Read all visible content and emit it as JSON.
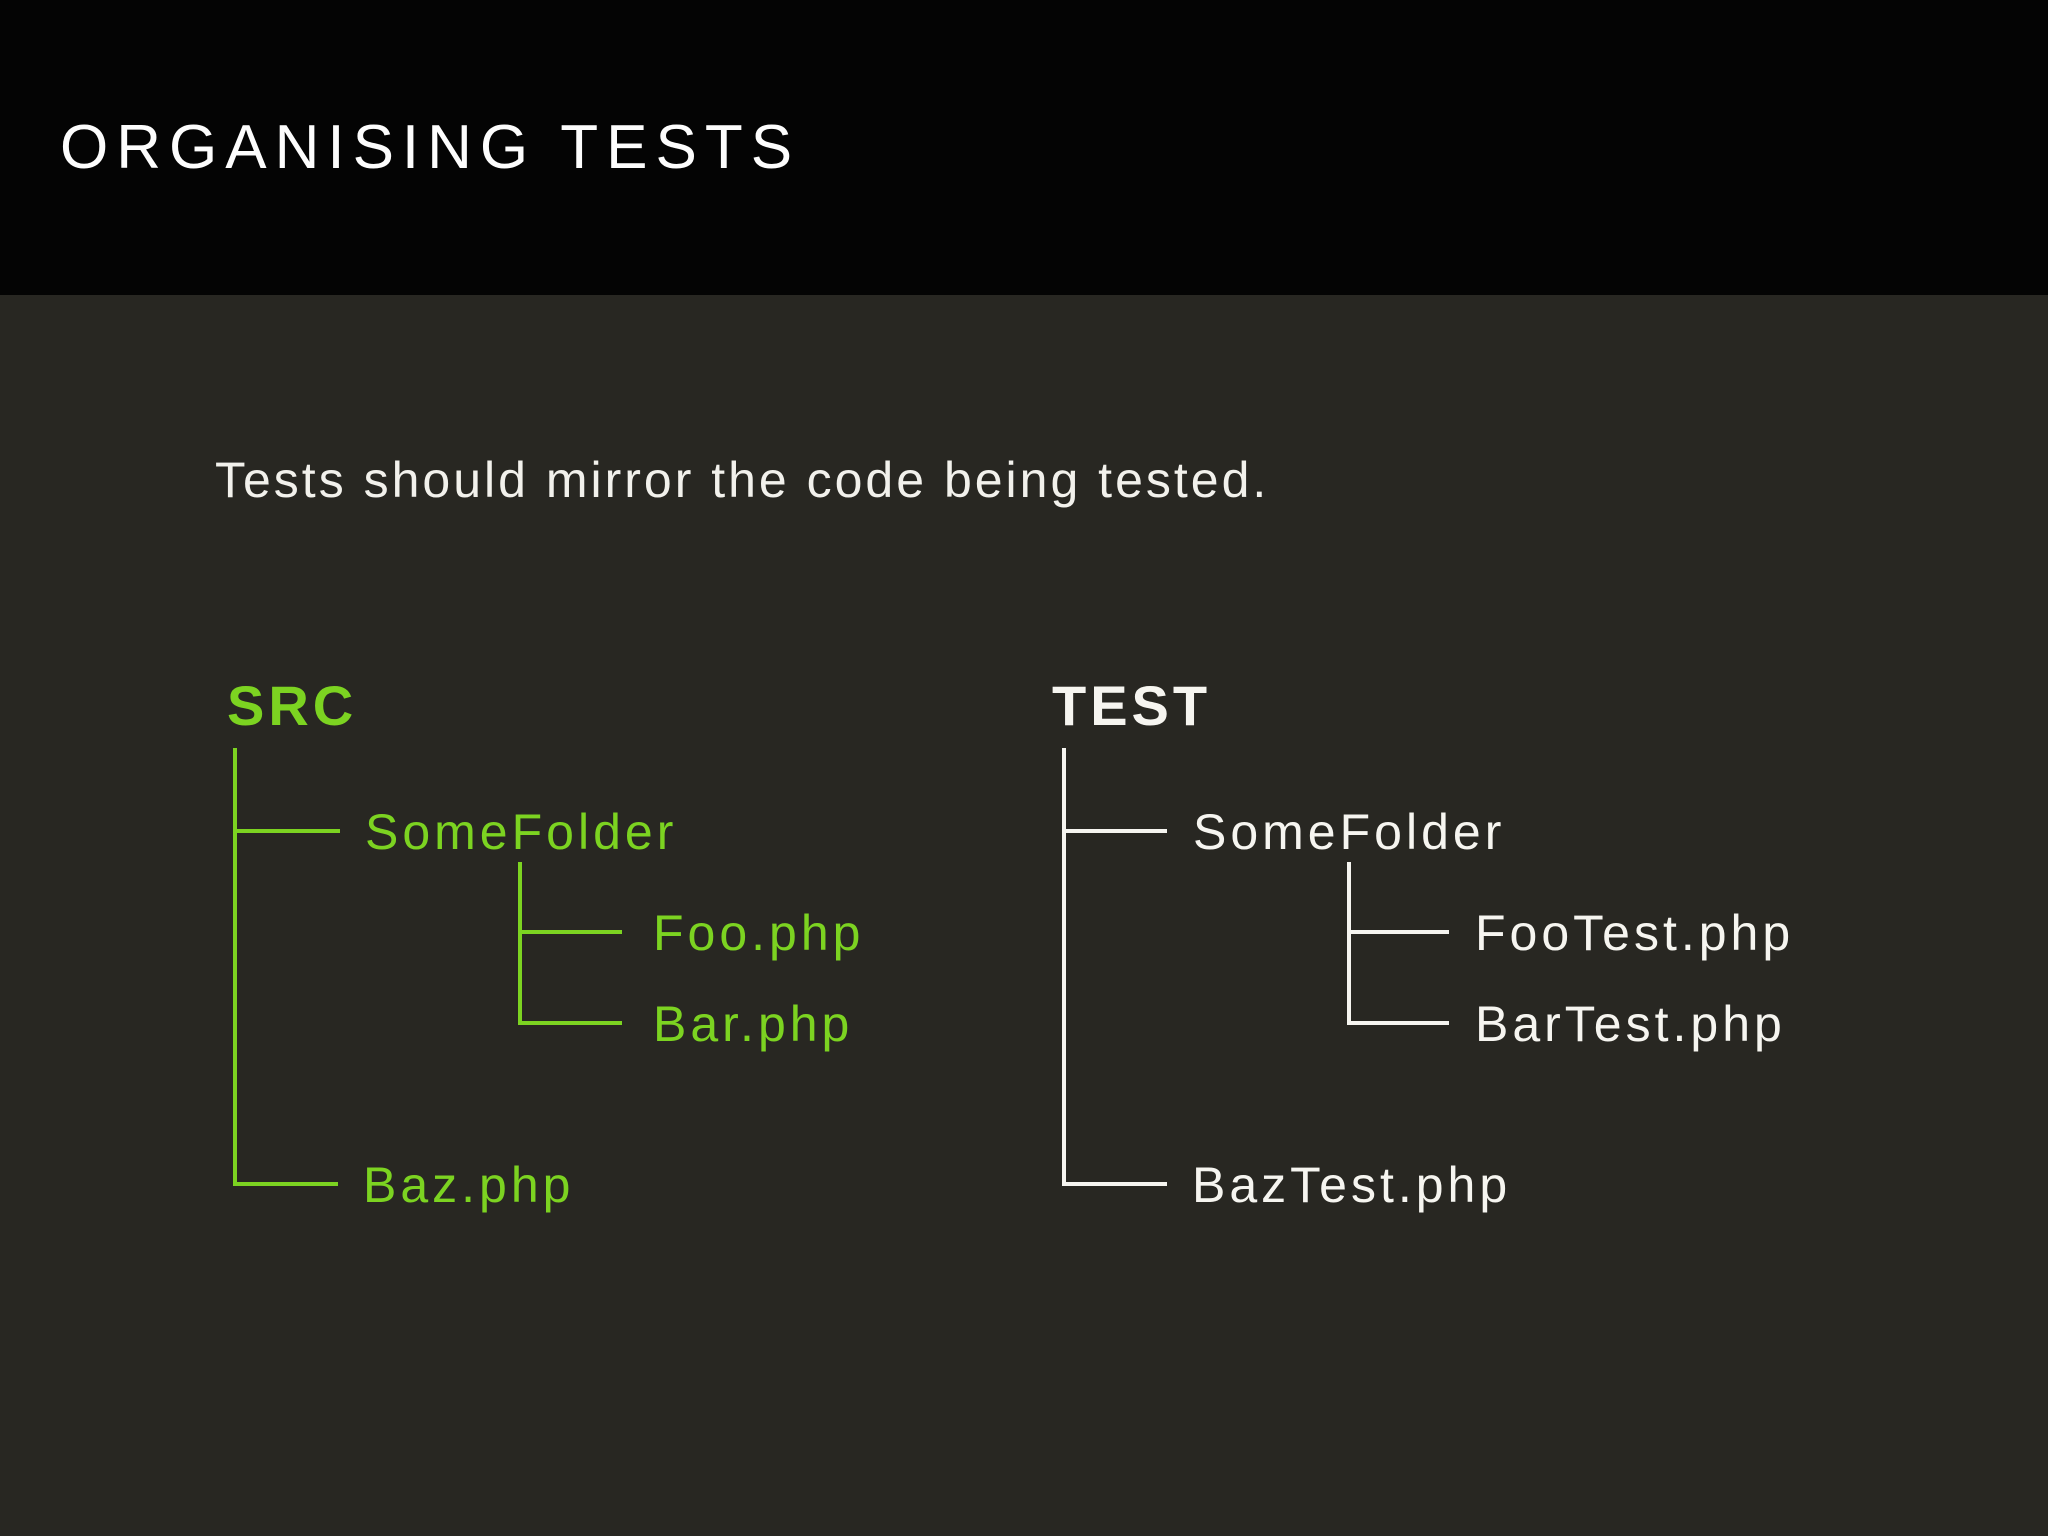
{
  "slide": {
    "title": "ORGANISING TESTS",
    "subtitle": "Tests should mirror the code being tested."
  },
  "colors": {
    "header_background": "#040404",
    "slide_background": "#282722",
    "src_tree_accent": "#7CD321",
    "test_tree_text": "#F6F5F0"
  },
  "src_tree": {
    "root": "SRC",
    "folder": "SomeFolder",
    "folder_files": [
      "Foo.php",
      "Bar.php"
    ],
    "root_file": "Baz.php"
  },
  "test_tree": {
    "root": "TEST",
    "folder": "SomeFolder",
    "folder_files": [
      "FooTest.php",
      "BarTest.php"
    ],
    "root_file": "BazTest.php"
  }
}
